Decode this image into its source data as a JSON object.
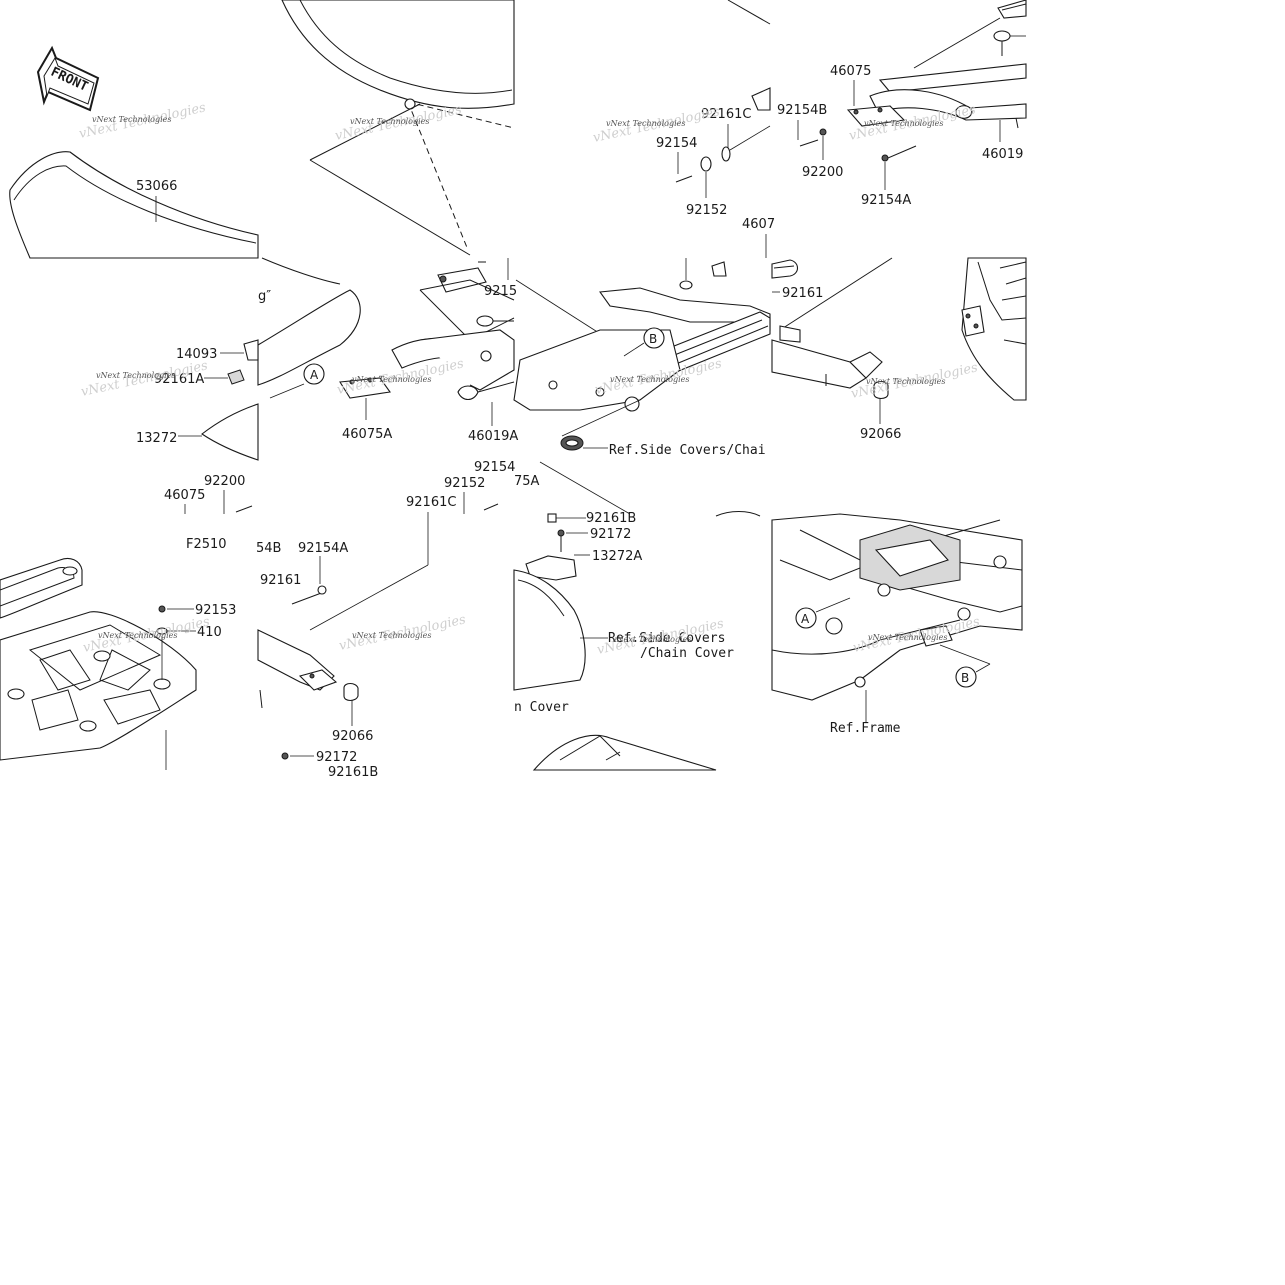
{
  "front_label": "FRONT",
  "figure_code": "F2510",
  "watermark": "vNext Technologies",
  "part_numbers": {
    "p53066": "53066",
    "p14093": "14093",
    "p92161A": "92161A",
    "p13272": "13272",
    "p92200_a": "92200",
    "p46075_a": "46075",
    "p92153": "92153",
    "p410": "410",
    "p46075A": "46075A",
    "p46019A": "46019A",
    "p9215": "9215",
    "p92154_a": "92154",
    "p92152_a": "92152",
    "p75A": "75A",
    "p92161C_a": "92161C",
    "p54B": "54B",
    "p92154A_a": "92154A",
    "p92161_a": "92161",
    "p92066_a": "92066",
    "p92172_a": "92172",
    "p92161B_a": "92161B",
    "p92161C_b": "92161C",
    "p92154_b": "92154",
    "p92152_b": "92152",
    "p4607": "4607",
    "p92161B_b": "92161B",
    "p92172_b": "92172",
    "p13272A": "13272A",
    "p46075_b": "46075",
    "p92154B": "92154B",
    "p92200_b": "92200",
    "p92154A_b": "92154A",
    "p46019": "46019",
    "p92161_b": "92161",
    "p92066_b": "92066"
  },
  "references": {
    "side_covers_chain_1": "Ref.Side Covers/Chai",
    "side_covers_2a": "Ref.Side Covers",
    "side_covers_2b": "/Chain Cover",
    "chain_cover_3": "n Cover",
    "frame": "Ref.Frame"
  },
  "callouts": {
    "a1": "A",
    "b1": "B",
    "a2": "A",
    "b2": "B"
  }
}
